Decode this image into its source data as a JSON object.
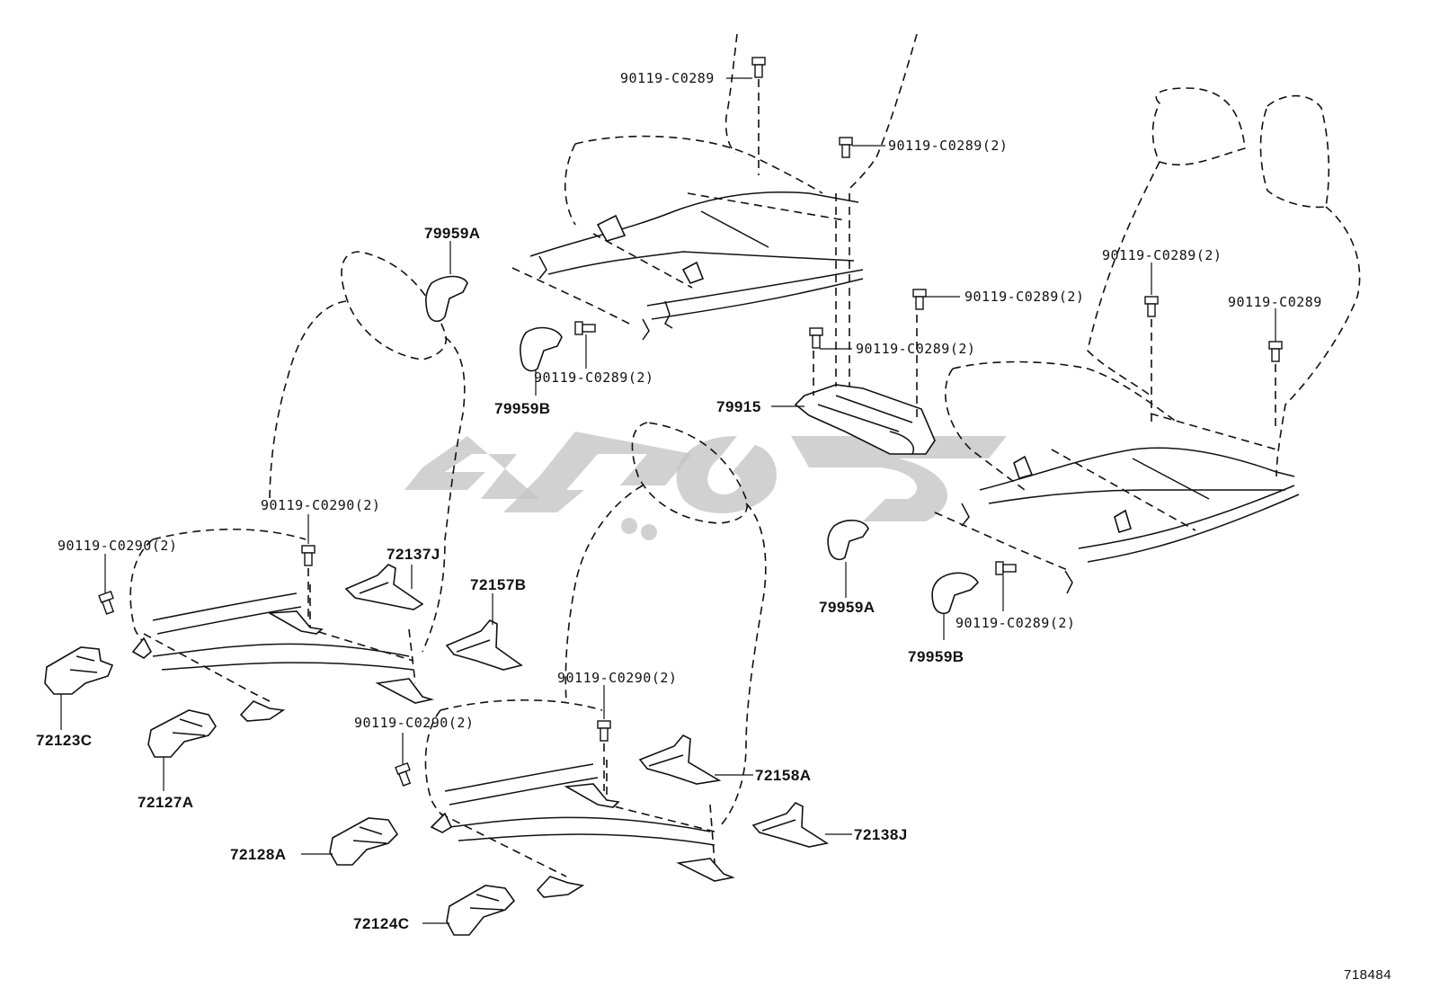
{
  "callouts": {
    "bolt_0289": "90119-C0289",
    "bolt_0289_x2": "90119-C0289(2)",
    "bolt_0290_x2": "90119-C0290(2)",
    "pad_79959A": "79959A",
    "pad_79959B": "79959B",
    "bracket_79915": "79915",
    "cover_72137J": "72137J",
    "cover_72157B": "72157B",
    "cover_72123C": "72123C",
    "cover_72127A": "72127A",
    "cover_72128A": "72128A",
    "cover_72124C": "72124C",
    "cover_72158A": "72158A",
    "cover_72138J": "72138J"
  },
  "diagram_id": "718484",
  "watermark_icon": "persian-logo-watermark",
  "colors": {
    "line": "#111111",
    "watermark": "#c4c4c4"
  }
}
